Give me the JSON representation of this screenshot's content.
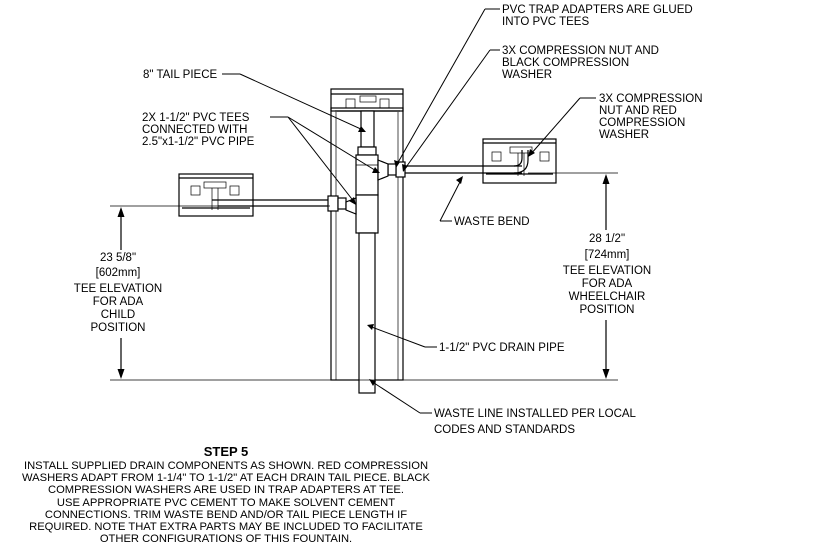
{
  "callouts": {
    "pvc_trap": [
      "PVC TRAP ADAPTERS ARE GLUED",
      "INTO PVC TEES"
    ],
    "nut_black": [
      "3X COMPRESSION NUT AND",
      "BLACK COMPRESSION",
      "WASHER"
    ],
    "nut_red": [
      "3X COMPRESSION",
      "NUT AND RED",
      "COMPRESSION",
      "WASHER"
    ],
    "tail_piece": [
      "8\" TAIL PIECE"
    ],
    "tees": [
      "2X 1-1/2\" PVC TEES",
      "CONNECTED WITH",
      "2.5\"x1-1/2\" PVC PIPE"
    ],
    "waste_bend": [
      "WASTE BEND"
    ],
    "drain_pipe": [
      "1-1/2\" PVC DRAIN PIPE"
    ],
    "waste_line": [
      "WASTE LINE INSTALLED PER LOCAL",
      "CODES AND STANDARDS"
    ]
  },
  "dimensions": {
    "child": [
      "23 5/8\"",
      "[602mm]",
      "TEE ELEVATION",
      "FOR ADA",
      "CHILD",
      "POSITION"
    ],
    "wheelchair": [
      "28 1/2\"",
      "[724mm]",
      "TEE ELEVATION",
      "FOR ADA",
      "WHEELCHAIR",
      "POSITION"
    ]
  },
  "step": {
    "title": "STEP 5",
    "lines": [
      "INSTALL SUPPLIED DRAIN COMPONENTS AS SHOWN.  RED COMPRESSION",
      "WASHERS ADAPT FROM 1-1/4\" TO 1-1/2\" AT EACH DRAIN TAIL PIECE.  BLACK",
      "COMPRESSION WASHERS ARE USED IN TRAP ADAPTERS AT TEE.",
      "USE APPROPRIATE PVC CEMENT TO MAKE SOLVENT CEMENT",
      "CONNECTIONS.  TRIM WASTE BEND AND/OR TAIL PIECE LENGTH IF",
      "REQUIRED.  NOTE THAT EXTRA PARTS MAY BE INCLUDED TO FACILITATE",
      "OTHER CONFIGURATIONS OF THIS FOUNTAIN."
    ]
  }
}
